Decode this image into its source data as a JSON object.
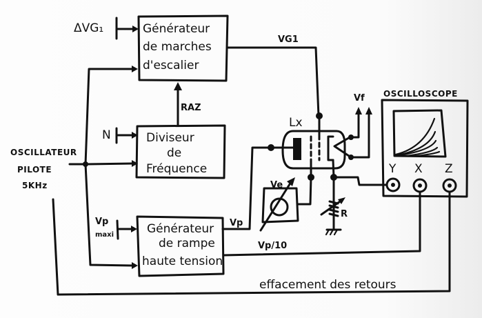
{
  "diagram": {
    "type": "block-diagram",
    "blocks": {
      "oscillator": {
        "lines": [
          "OSCILLATEUR",
          "PILOTE",
          "5KHz"
        ]
      },
      "staircase": {
        "lines": [
          "Générateur",
          "de marches",
          "d'escalier"
        ]
      },
      "divider": {
        "lines": [
          "Diviseur",
          "de",
          "Fréquence"
        ]
      },
      "ramp": {
        "lines": [
          "Générateur",
          "de rampe",
          "haute tension"
        ]
      },
      "oscilloscope": {
        "title": "OSCILLOSCOPE",
        "inputs": [
          "Y",
          "X",
          "Z"
        ]
      }
    },
    "labels": {
      "delta_vg1": "ΔVG₁",
      "vg1": "VG1",
      "raz": "RAZ",
      "n": "N",
      "vp_maxi_top": "Vp",
      "vp_maxi_bottom": "maxi",
      "vp": "Vp",
      "vp_10": "Vp/10",
      "lx": "Lx",
      "ve": "Ve",
      "vf": "Vf",
      "r": "R",
      "effacement": "effacement des retours"
    },
    "connections": [
      {
        "from": "delta_vg1",
        "to": "staircase"
      },
      {
        "from": "oscillator",
        "to": "staircase"
      },
      {
        "from": "oscillator",
        "to": "divider"
      },
      {
        "from": "oscillator",
        "to": "ramp"
      },
      {
        "from": "n",
        "to": "divider"
      },
      {
        "from": "divider",
        "to": "staircase",
        "label": "RAZ"
      },
      {
        "from": "vp_maxi",
        "to": "ramp"
      },
      {
        "from": "staircase",
        "to": "tube-grid",
        "label": "VG1"
      },
      {
        "from": "ramp",
        "to": "tube-plate",
        "label": "Vp"
      },
      {
        "from": "ramp",
        "to": "oscilloscope-x",
        "label": "Vp/10"
      },
      {
        "from": "tube-cathode",
        "to": "oscilloscope-y"
      },
      {
        "from": "oscillator",
        "to": "oscilloscope-z",
        "label": "effacement des retours"
      }
    ]
  }
}
